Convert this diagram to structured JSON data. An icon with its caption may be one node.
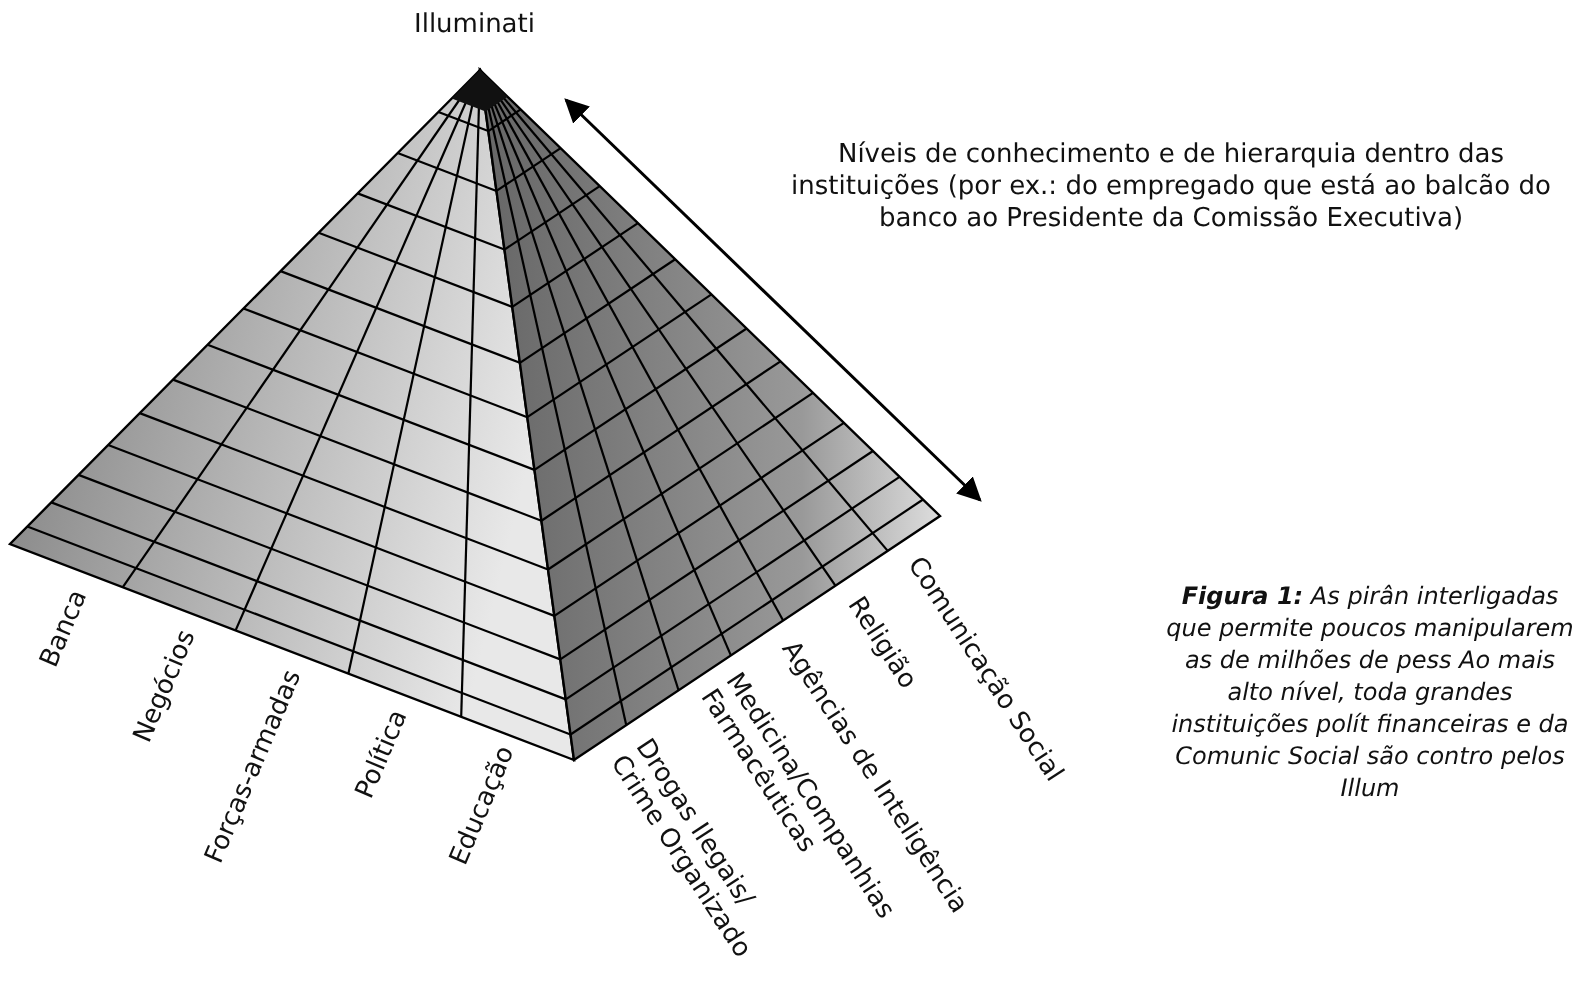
{
  "diagram": {
    "caption": "**Figura 1:** As pirân interligadas que permite poucos manipularem as de milhões de pess Ao mais alto nível, toda grandes instituições polít financeiras e da Comunic Social são contro pelos Illum",
    "labels": [
      "Illuminati",
      "Níveis de conhecimento e de hierarquia dentro das instituições (por ex.: do empregado que está ao balcão do banco ao Presidente da Comissão Executiva)",
      "Banca",
      "Negócios",
      "Forças-armadas",
      "Política",
      "Educação",
      "Comunicação Social",
      "Religião",
      "Agências de Inteligência",
      "Medicina/Companhias Farmacêuticas",
      "Drogas Ilegais/ Crime Organizado"
    ]
  }
}
